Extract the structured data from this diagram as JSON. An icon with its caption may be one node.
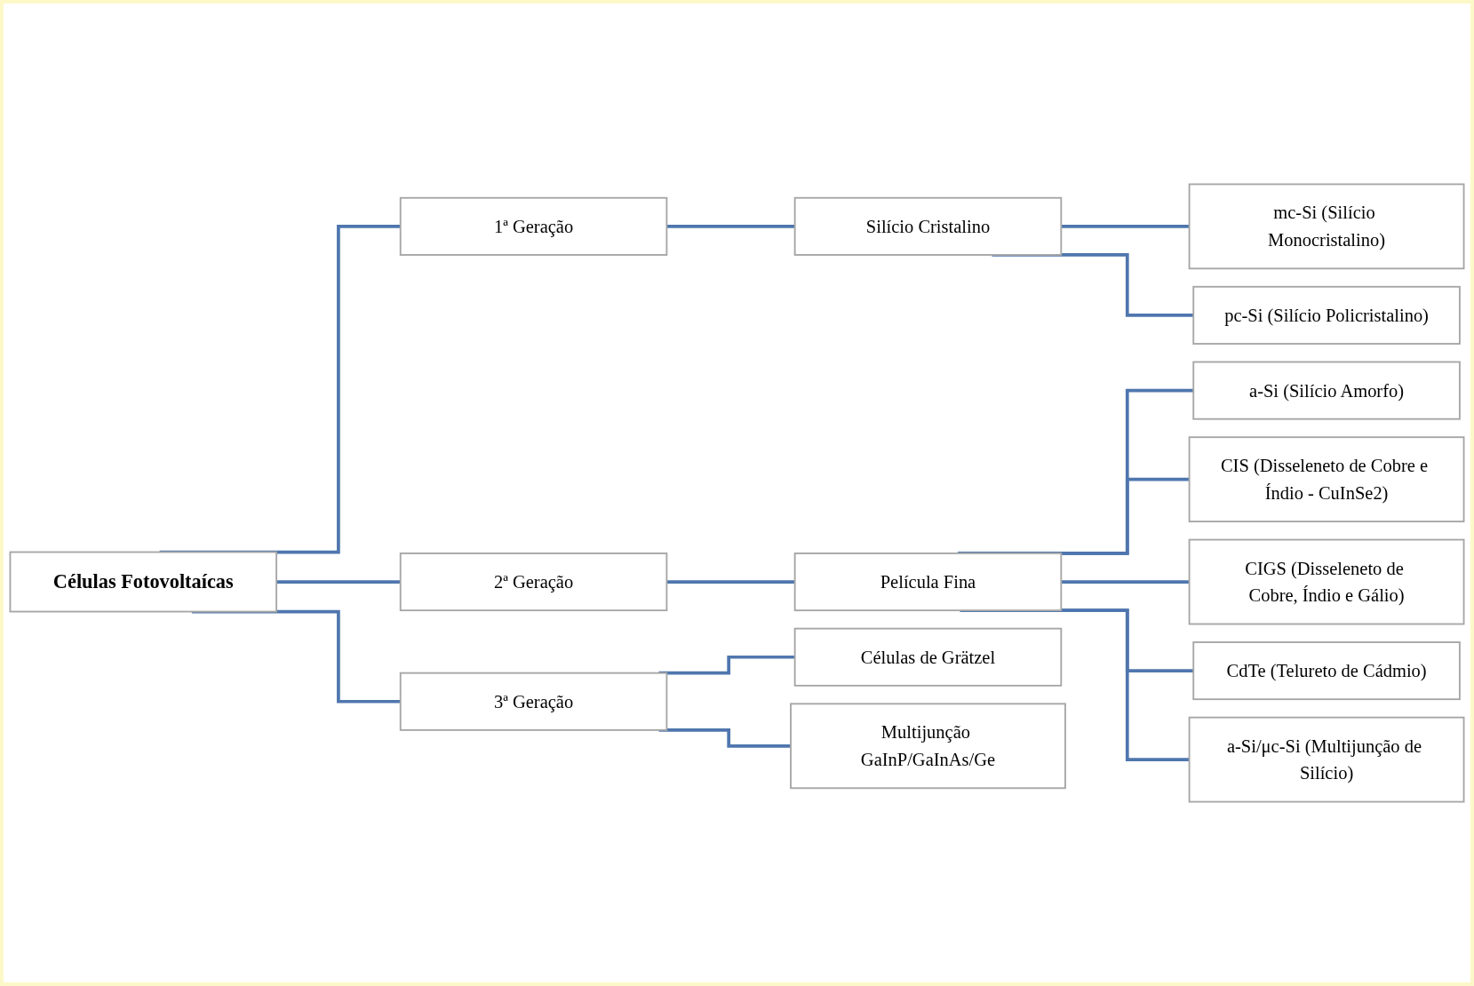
{
  "diagram": {
    "nodes": [
      {
        "text": [
          "Células Fotovoltaícas"
        ]
      },
      {
        "text": [
          "1ª Geração"
        ]
      },
      {
        "text": [
          "Silício Cristalino"
        ]
      },
      {
        "text": [
          "mc-Si (Silício Monocristalino)"
        ]
      },
      {
        "text": [
          "pc-Si (Silício Policristalino)"
        ]
      },
      {
        "text": [
          "2ª Geração"
        ]
      },
      {
        "text": [
          "Película Fina"
        ]
      },
      {
        "text": [
          "a-Si (Silício Amorfo)"
        ]
      },
      {
        "text": [
          "CIS (Disseleneto de Cobre e Índio - CuInSe2)"
        ]
      },
      {
        "text": [
          "CIGS (Disseleneto de Cobre, Índio e Gálio)"
        ]
      },
      {
        "text": [
          "CdTe (Telureto de Cádmio)"
        ]
      },
      {
        "text": [
          "a-Si/μc-Si (Multijunção de Silício)"
        ]
      },
      {
        "text": [
          "3ª Geração"
        ]
      },
      {
        "text": [
          "Células de Grätzel"
        ]
      },
      {
        "text": [
          "Multijunção GaInP/GaInAs/Ge"
        ]
      }
    ],
    "edges": [
      {
        "from": 0,
        "to": 1,
        "arrow": "none"
      },
      {
        "from": 0,
        "to": 5,
        "arrow": "none"
      },
      {
        "from": 0,
        "to": 12,
        "arrow": "none"
      },
      {
        "from": 1,
        "to": 2,
        "arrow": "none"
      },
      {
        "from": 2,
        "to": 3,
        "arrow": "none"
      },
      {
        "from": 2,
        "to": 4,
        "arrow": "none"
      },
      {
        "from": 5,
        "to": 6,
        "arrow": "none"
      },
      {
        "from": 6,
        "to": 7,
        "arrow": "none"
      },
      {
        "from": 6,
        "to": 8,
        "arrow": "none"
      },
      {
        "from": 6,
        "to": 9,
        "arrow": "none"
      },
      {
        "from": 6,
        "to": 10,
        "arrow": "none"
      },
      {
        "from": 6,
        "to": 11,
        "arrow": "none"
      },
      {
        "from": 12,
        "to": 13,
        "arrow": "none"
      },
      {
        "from": 12,
        "to": 14,
        "arrow": "none"
      }
    ]
  }
}
